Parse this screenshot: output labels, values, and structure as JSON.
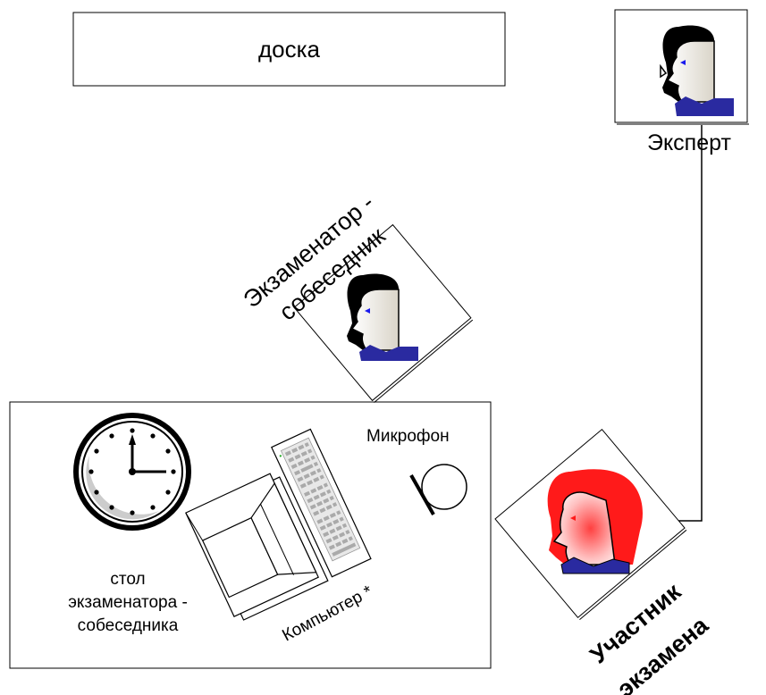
{
  "labels": {
    "board": "доска",
    "expert": "Эксперт",
    "examiner_line1": "Экзаменатор -",
    "examiner_line2": "собеседник",
    "microphone": "Микрофон",
    "computer": "Компьютер *",
    "desk_line1": "стол",
    "desk_line2": "экзаменатора -",
    "desk_line3": "собеседника",
    "participant_line1": "Участник",
    "participant_line2": "экзамена"
  },
  "colors": {
    "participant_hair": "#ff1a1a",
    "collar": "#2a2aa0",
    "eye": "#1a1aee",
    "line": "#000000"
  },
  "icons": {
    "clock": "clock-icon",
    "keyboard": "keyboard-icon",
    "monitor": "monitor-icon",
    "microphone": "microphone-icon",
    "person": "person-head-icon"
  }
}
